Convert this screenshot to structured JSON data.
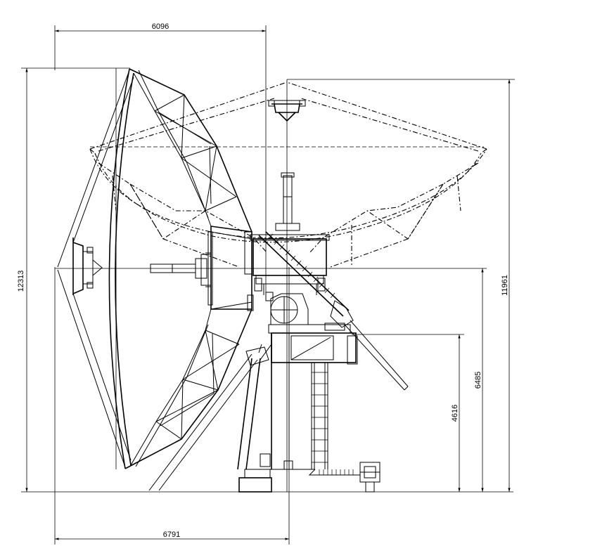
{
  "drawing": {
    "dimensions": {
      "top_width": "6096",
      "left_height": "12313",
      "right_height": "11961",
      "pedestal_height_outer": "6485",
      "pedestal_height_inner": "4616",
      "bottom_width": "6791"
    }
  }
}
